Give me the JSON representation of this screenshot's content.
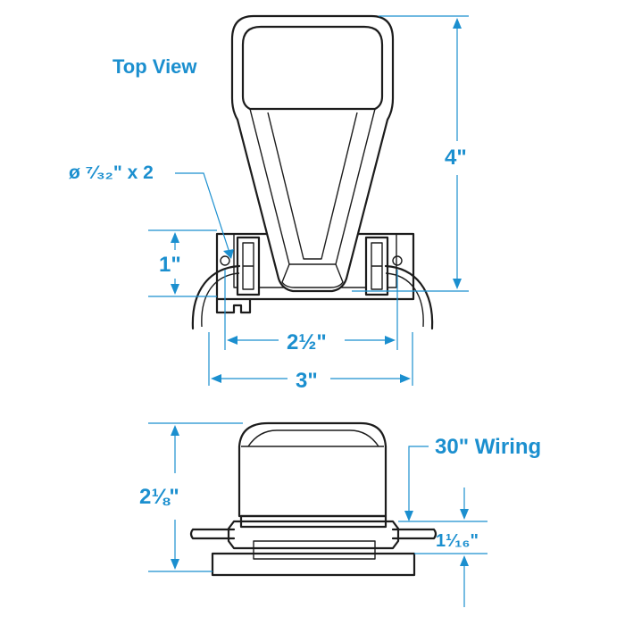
{
  "labels": {
    "top_view": "Top View",
    "hole_spec": "ø ⁷⁄₃₂\" x 2",
    "height_4": "4\"",
    "height_1": "1\"",
    "width_2_5": "2½\"",
    "width_3": "3\"",
    "height_2_1_8": "2⅛\"",
    "wiring": "30\" Wiring",
    "height_1_1_16": "1¹⁄₁₆\""
  },
  "colors": {
    "dimension": "#1b8fcf",
    "outline": "#1c1c1c"
  }
}
